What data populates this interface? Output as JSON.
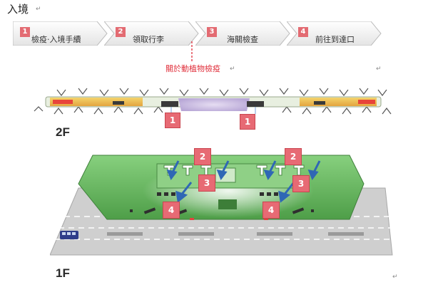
{
  "page": {
    "title": "入境"
  },
  "steps": [
    {
      "num": "1",
      "label": "檢疫‧入境手續"
    },
    {
      "num": "2",
      "label": "領取行李"
    },
    {
      "num": "3",
      "label": "海關檢查"
    },
    {
      "num": "4",
      "label": "前往到達口"
    }
  ],
  "note": "關於動植物檢疫",
  "floors": {
    "upper": "2F",
    "lower": "1F"
  },
  "markers": {
    "f2_left": "1",
    "f2_right": "1",
    "f1_2_left": "2",
    "f1_2_right": "2",
    "f1_3_left": "3",
    "f1_3_right": "3",
    "f1_4_left": "4",
    "f1_4_right": "4"
  },
  "doc_marks": {
    "after_title": "↵",
    "mid": "↵",
    "after_note": "↵",
    "bottom": "↵"
  },
  "colors": {
    "accent": "#e36b72",
    "note_red": "#e0303c",
    "floor_green": "#6bbf62",
    "arrow_blue": "#2f67b5"
  }
}
